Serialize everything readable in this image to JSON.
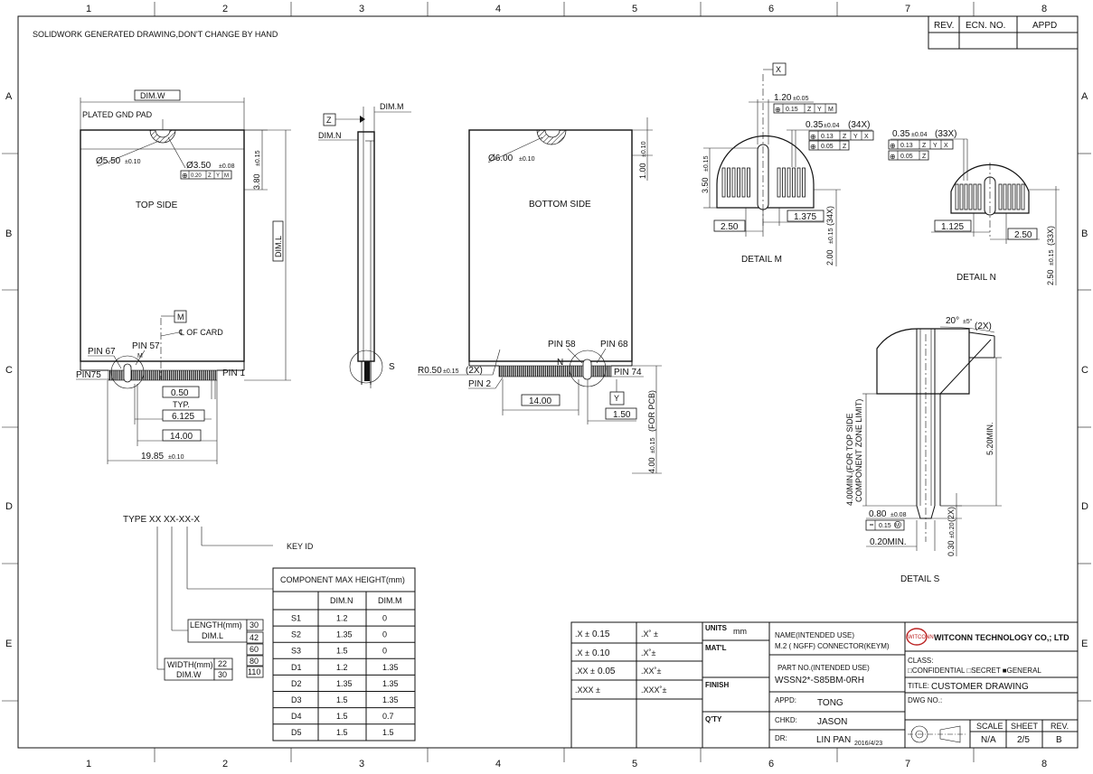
{
  "border": {
    "cols": [
      "1",
      "2",
      "3",
      "4",
      "5",
      "6",
      "7",
      "8"
    ],
    "rows": [
      "A",
      "B",
      "C",
      "D",
      "E"
    ]
  },
  "header_note": "SOLIDWORK GENERATED DRAWING,DON'T CHANGE BY HAND",
  "revision_block": {
    "rev": "REV.",
    "ecn": "ECN. NO.",
    "appd": "APPD"
  },
  "top_view": {
    "dim_w": "DIM.W",
    "plated_gnd_pad": "PLATED GND PAD",
    "dia_550": "Ø5.50",
    "tol_010": "±0.10",
    "dia_350": "Ø3.50",
    "tol_008": "±0.08",
    "fcf_020": "0.20",
    "fcf_z": "Z",
    "fcf_y": "Y",
    "fcf_m": "M",
    "dim_380": "3.80",
    "tol_015": "±0.15",
    "label": "TOP SIDE",
    "dim_l": "DIM.L",
    "datum_m": "M",
    "cl_of_card": "℄ OF CARD",
    "pin57": "PIN 57",
    "pin67": "PIN 67",
    "pin75": "PIN75",
    "pin1": "PIN 1",
    "small_m": "M",
    "d050": "0.50",
    "typ": "TYP.",
    "d6125": "6.125",
    "d1400": "14.00",
    "d1985": "19.85",
    "tol_1985": "±0.10"
  },
  "side_view": {
    "datum_z": "Z",
    "dim_m": "DIM.M",
    "dim_n": "DIM.N",
    "detail_s_label": "S"
  },
  "bottom_view": {
    "dia_600": "Ø6.00",
    "tol_600": "±0.10",
    "d100": "1.00",
    "tol_100": "±0.10",
    "label": "BOTTOM SIDE",
    "pin58": "PIN 58",
    "pin68": "PIN 68",
    "r050": "R0.50",
    "tol_r": "±0.15",
    "r_2x": "(2X)",
    "n_label": "N",
    "pin74": "PIN 74",
    "pin2": "PIN 2",
    "d1400": "14.00",
    "datum_y": "Y",
    "d150": "1.50",
    "d400": "4.00",
    "tol_400": "±0.15",
    "for_pcb": "(FOR PCB)"
  },
  "detail_m": {
    "datum_x": "X",
    "d120": "1.20",
    "tol_120": "±0.05",
    "fcf1_val": "0.15",
    "fcf1_a": "Z",
    "fcf1_b": "Y",
    "fcf1_c": "M",
    "d035": "0.35",
    "tol_035": "±0.04",
    "count": "(34X)",
    "fcf2_val": "0.13",
    "fcf2_a": "Z",
    "fcf2_b": "Y",
    "fcf2_c": "X",
    "fcf3_val": "0.05",
    "fcf3_a": "Z",
    "d350": "3.50",
    "tol_350": "±0.15",
    "d250": "2.50",
    "d1375": "1.375",
    "d200": "2.00",
    "tol_200": "±0.15",
    "count_200": "(34X)",
    "label": "DETAIL M"
  },
  "detail_n": {
    "d035": "0.35",
    "tol_035": "±0.04",
    "count": "(33X)",
    "fcf1_val": "0.13",
    "fcf1_a": "Z",
    "fcf1_b": "Y",
    "fcf1_c": "X",
    "fcf2_val": "0.05",
    "fcf2_a": "Z",
    "d1125": "1.125",
    "d250": "2.50",
    "d250b": "2.50",
    "tol_250b": "±0.15",
    "count_250b": "(33X)",
    "label": "DETAIL N"
  },
  "detail_s": {
    "angle": "20°",
    "angle_tol": "±5°",
    "angle_count": "(2X)",
    "d520": "5.20MIN.",
    "d400_line1": "4.00MIN.(FOR TOP SIDE",
    "d400_line2": "COMPONENT ZONE LIMIT)",
    "d080": "0.80",
    "tol_080": "±0.08",
    "fcf_val": "0.15",
    "fcf_m": "M",
    "d020": "0.20MIN.",
    "d030": "0.30",
    "tol_030": "±0.20",
    "count_030": "(2X)",
    "label": "DETAIL S"
  },
  "type_code": {
    "prefix": "TYPE XX XX-XX-X",
    "key_id": "KEY ID",
    "length_label": "LENGTH(mm)",
    "length_sub": "DIM.L",
    "lengths": [
      "30",
      "42",
      "60",
      "80",
      "110"
    ],
    "width_label": "WIDTH(mm)",
    "width_sub": "DIM.W",
    "widths": [
      "22",
      "30"
    ]
  },
  "height_table": {
    "title": "COMPONENT MAX HEIGHT(mm)",
    "headers": [
      "",
      "DIM.N",
      "DIM.M"
    ],
    "rows": [
      [
        "S1",
        "1.2",
        "0"
      ],
      [
        "S2",
        "1.35",
        "0"
      ],
      [
        "S3",
        "1.5",
        "0"
      ],
      [
        "D1",
        "1.2",
        "1.35"
      ],
      [
        "D2",
        "1.35",
        "1.35"
      ],
      [
        "D3",
        "1.5",
        "1.35"
      ],
      [
        "D4",
        "1.5",
        "0.7"
      ],
      [
        "D5",
        "1.5",
        "1.5"
      ]
    ]
  },
  "title_block": {
    "tol_rows": [
      {
        "a": ".X ±",
        "b": "0.15",
        "c": ".X˚ ±"
      },
      {
        "a": ".X ±",
        "b": "0.10",
        "c": ".X˚±"
      },
      {
        "a": ".XX ±",
        "b": "0.05",
        "c": ".XX˚±"
      },
      {
        "a": ".XXX ±",
        "b": "",
        "c": ".XXX˚±"
      }
    ],
    "units_label": "UNITS",
    "units_value": "mm",
    "matl_label": "MAT'L",
    "finish_label": "FINISH",
    "qty_label": "Q'TY",
    "name_label": "NAME(INTENDED USE)",
    "name_value": "M.2 ( NGFF) CONNECTOR(KEYM)",
    "partno_label": "PART NO.(INTENDED USE)",
    "partno_value": "WSSN2*-S85BM-0RH",
    "appd_label": "APPD:",
    "appd_value": "TONG",
    "chkd_label": "CHKD:",
    "chkd_value": "JASON",
    "dr_label": "DR:",
    "dr_value": "LIN PAN",
    "dr_date": "2016/4/23",
    "company": "WITCONN TECHNOLOGY CO,; LTD",
    "logo_text": "WITCONN",
    "class_label": "CLASS:",
    "class_options": "□CONFIDENTIAL  □SECRET  ■GENERAL",
    "title_label": "TITLE:",
    "title_value": "CUSTOMER DRAWING",
    "dwgno_label": "DWG NO.:",
    "dwgno_value": "",
    "scale_label": "SCALE",
    "scale_value": "N/A",
    "sheet_label": "SHEET",
    "sheet_value": "2/5",
    "rev_label": "REV.",
    "rev_value": "B"
  }
}
